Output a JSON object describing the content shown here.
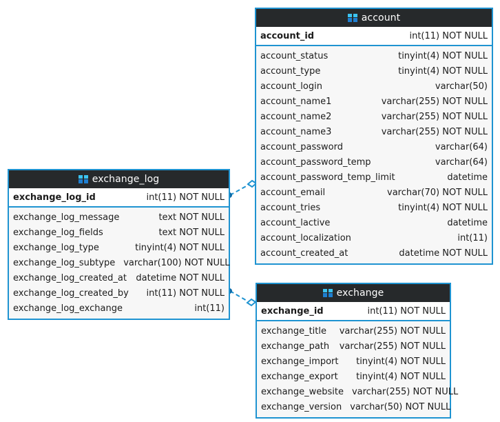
{
  "diagram": {
    "kind": "database-er-diagram",
    "background_color": "#ffffff",
    "accent_color": "#1e93d1",
    "header_color": "#26292b",
    "header_text_color": "#ffffff",
    "row_text_color": "#1b1b1b",
    "body_color": "#f7f7f7",
    "icon_name": "table-icon"
  },
  "tables": [
    {
      "name": "account",
      "icon": "table-icon",
      "primary_key": {
        "field": "account_id",
        "type": "int(11) NOT NULL"
      },
      "fields": [
        {
          "field": "account_status",
          "type": "tinyint(4) NOT NULL"
        },
        {
          "field": "account_type",
          "type": "tinyint(4) NOT NULL"
        },
        {
          "field": "account_login",
          "type": "varchar(50)"
        },
        {
          "field": "account_name1",
          "type": "varchar(255) NOT NULL"
        },
        {
          "field": "account_name2",
          "type": "varchar(255) NOT NULL"
        },
        {
          "field": "account_name3",
          "type": "varchar(255) NOT NULL"
        },
        {
          "field": "account_password",
          "type": "varchar(64)"
        },
        {
          "field": "account_password_temp",
          "type": "varchar(64)"
        },
        {
          "field": "account_password_temp_limit",
          "type": "datetime"
        },
        {
          "field": "account_email",
          "type": "varchar(70) NOT NULL"
        },
        {
          "field": "account_tries",
          "type": "tinyint(4) NOT NULL"
        },
        {
          "field": "account_lactive",
          "type": "datetime"
        },
        {
          "field": "account_localization",
          "type": "int(11)"
        },
        {
          "field": "account_created_at",
          "type": "datetime NOT NULL"
        }
      ]
    },
    {
      "name": "exchange_log",
      "icon": "table-icon",
      "primary_key": {
        "field": "exchange_log_id",
        "type": "int(11) NOT NULL"
      },
      "fields": [
        {
          "field": "exchange_log_message",
          "type": "text NOT NULL"
        },
        {
          "field": "exchange_log_fields",
          "type": "text NOT NULL"
        },
        {
          "field": "exchange_log_type",
          "type": "tinyint(4) NOT NULL"
        },
        {
          "field": "exchange_log_subtype",
          "type": "varchar(100) NOT NULL"
        },
        {
          "field": "exchange_log_created_at",
          "type": "datetime NOT NULL"
        },
        {
          "field": "exchange_log_created_by",
          "type": "int(11) NOT NULL"
        },
        {
          "field": "exchange_log_exchange",
          "type": "int(11)"
        }
      ]
    },
    {
      "name": "exchange",
      "icon": "table-icon",
      "primary_key": {
        "field": "exchange_id",
        "type": "int(11) NOT NULL"
      },
      "fields": [
        {
          "field": "exchange_title",
          "type": "varchar(255) NOT NULL"
        },
        {
          "field": "exchange_path",
          "type": "varchar(255) NOT NULL"
        },
        {
          "field": "exchange_import",
          "type": "tinyint(4) NOT NULL"
        },
        {
          "field": "exchange_export",
          "type": "tinyint(4) NOT NULL"
        },
        {
          "field": "exchange_website",
          "type": "varchar(255) NOT NULL"
        },
        {
          "field": "exchange_version",
          "type": "varchar(50) NOT NULL"
        }
      ]
    }
  ],
  "relationships": [
    {
      "from": "exchange_log",
      "to": "account",
      "style": "dashed",
      "from_marker": "dot",
      "to_marker": "diamond"
    },
    {
      "from": "exchange_log",
      "to": "exchange",
      "style": "dashed",
      "from_marker": "dot",
      "to_marker": "diamond"
    }
  ]
}
